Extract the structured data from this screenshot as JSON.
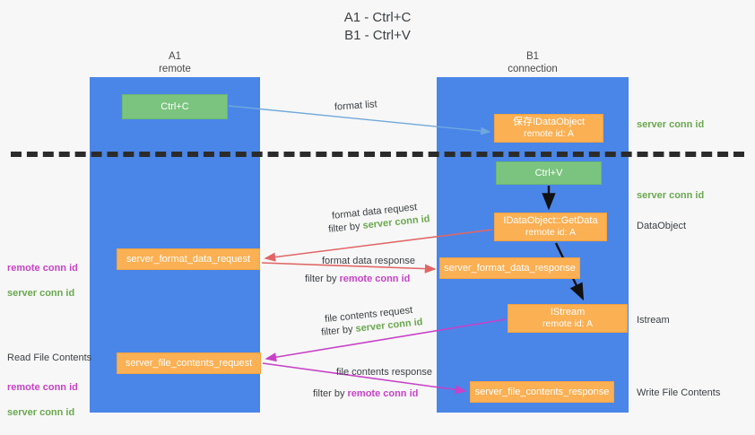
{
  "title": "A1 - Ctrl+C\nB1 - Ctrl+V",
  "lanes": [
    {
      "key": "a1",
      "name": "A1",
      "role": "remote",
      "header": "A1\nremote",
      "color": "#4a86e8"
    },
    {
      "key": "b1",
      "name": "B1",
      "role": "connection",
      "header": "B1\nconnection",
      "color": "#4a86e8"
    }
  ],
  "colors": {
    "lane": "#4a86e8",
    "green_box": "#7bc47f",
    "orange_box": "#fbb054",
    "server_conn_id": "#6aa84f",
    "remote_conn_id": "#c742c7",
    "divider": "#2b2b2b",
    "arrow_format_list": "#6fa8dc",
    "arrow_ctrlv": "#000000",
    "arrow_format_data": "#e06666",
    "arrow_file_contents": "#c742c7",
    "background": "#f7f7f7"
  },
  "nodes": {
    "ctrl_c": {
      "label": "Ctrl+C",
      "style": "green",
      "lane": "a1"
    },
    "save_idataobject": {
      "label": "保存IDataObject",
      "sublabel": "remote id: A",
      "style": "orange",
      "lane": "b1"
    },
    "ctrl_v": {
      "label": "Ctrl+V",
      "style": "green",
      "lane": "b1"
    },
    "getdata": {
      "label": "IDataObject::GetData",
      "sublabel": "remote id: A",
      "style": "orange",
      "lane": "b1"
    },
    "istream": {
      "label": "IStream",
      "sublabel": "remote id: A",
      "style": "orange",
      "lane": "b1"
    },
    "server_format_data_request": {
      "label": "server_format_data_request",
      "style": "orange",
      "lane": "a1"
    },
    "server_format_data_response": {
      "label": "server_format_data_response",
      "style": "orange",
      "lane": "b1"
    },
    "server_file_contents_request": {
      "label": "server_file_contents_request",
      "style": "orange",
      "lane": "a1"
    },
    "server_file_contents_response": {
      "label": "server_file_contents_response",
      "style": "orange",
      "lane": "b1"
    }
  },
  "edge_labels": {
    "format_list": "format list",
    "format_data_request": "format data request",
    "format_data_request_filter_prefix": "filter by ",
    "format_data_request_filter_value": "server conn id",
    "format_data_response": "format data response",
    "format_data_response_filter_prefix": "filter by ",
    "format_data_response_filter_value": "remote conn id",
    "file_contents_request": "file contents request",
    "file_contents_request_filter_prefix": "filter by ",
    "file_contents_request_filter_value": "server conn id",
    "file_contents_response": "file contents response",
    "file_contents_response_filter_prefix": "filter by ",
    "file_contents_response_filter_value": "remote conn id"
  },
  "side_notes": {
    "left_conn_remote": "remote conn id",
    "left_conn_server": "server conn id",
    "read_file_contents": "Read File Contents",
    "left_conn_remote_2": "remote conn id",
    "left_conn_server_2": "server conn id",
    "right_server_conn_1": "server conn id",
    "right_server_conn_2": "server conn id",
    "dataobject": "DataObject",
    "istream": "Istream",
    "write_file_contents": "Write File Contents"
  }
}
